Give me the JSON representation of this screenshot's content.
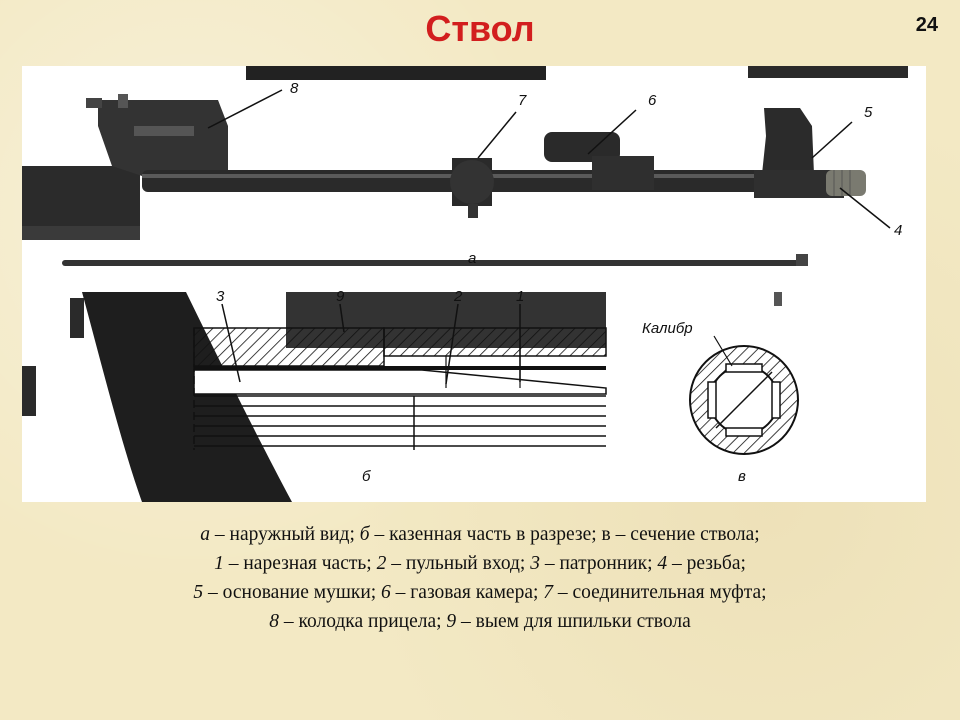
{
  "slide": {
    "title": "Ствол",
    "page_number": "24"
  },
  "figure": {
    "labels": {
      "n8": "8",
      "n7": "7",
      "n6": "6",
      "n5": "5",
      "n4": "4",
      "a": "а",
      "c3": "3",
      "c9": "9",
      "c2": "2",
      "c1": "1",
      "caliber": "Калибр",
      "b": "б",
      "v": "в"
    }
  },
  "caption": {
    "line1": {
      "k1": "а",
      "t1": " – наружный вид; ",
      "k2": "б",
      "t2": " – казенная часть в разрезе; в – сечение ствола;"
    },
    "line2": {
      "k1": "1",
      "t1": " – нарезная часть; ",
      "k2": "2",
      "t2": " – пульный вход; ",
      "k3": "3",
      "t3": " – патронник; ",
      "k4": "4",
      "t4": " – резьба;"
    },
    "line3": {
      "k1": "5",
      "t1": " – основание мушки; ",
      "k2": "6",
      "t2": " – газовая камера; ",
      "k3": "7",
      "t3": " – соединительная муфта;"
    },
    "line4": {
      "k1": "8",
      "t1": " – колодка прицела; ",
      "k2": "9",
      "t2": " – выем для шпильки ствола"
    }
  }
}
